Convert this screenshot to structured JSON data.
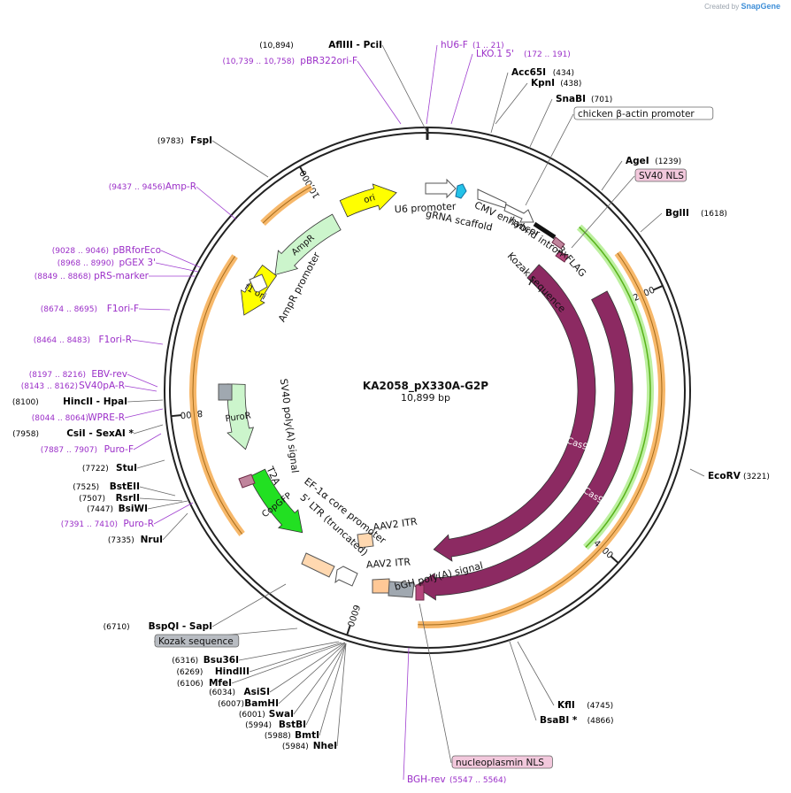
{
  "brand": {
    "created_by": "Created by",
    "app": "SnapGene"
  },
  "plasmid": {
    "name": "KA2058_pX330A-G2P",
    "size": "10,899 bp"
  },
  "ruler": [
    {
      "label": "2000",
      "bp": 2000
    },
    {
      "label": "4000",
      "bp": 4000
    },
    {
      "label": "6000",
      "bp": 6000
    },
    {
      "label": "8000",
      "bp": 8000
    },
    {
      "label": "10,000",
      "bp": 10000
    }
  ],
  "features": [
    {
      "label": "Cas9",
      "kind": "cas9",
      "start": 1260,
      "end": 5380,
      "dir": 1,
      "color": "#8c2a62"
    },
    {
      "label": "Cas9",
      "kind": "cas9inner",
      "start": 1850,
      "end": 5560,
      "dir": 1,
      "color": "#8c2a62"
    },
    {
      "label": "ori",
      "kind": "ori",
      "start": 10150,
      "end": 10630,
      "dir": 1,
      "color": "#ffff00"
    },
    {
      "label": "AmpR",
      "kind": "ampr",
      "start": 9300,
      "end": 10040,
      "dir": -1,
      "color": "#ccf5cc"
    },
    {
      "label": "f1 ori",
      "kind": "f1ori",
      "start": 8850,
      "end": 9300,
      "dir": -1,
      "color": "#ffff00"
    },
    {
      "label": "PuroR",
      "kind": "puror",
      "start": 7630,
      "end": 8230,
      "dir": -1,
      "color": "#ccf5cc"
    },
    {
      "label": "CopGFP",
      "kind": "gfp",
      "start": 6700,
      "end": 7390,
      "dir": -1,
      "color": "#22e022"
    }
  ],
  "feature_labels": [
    {
      "text": "U6 promoter"
    },
    {
      "text": "gRNA scaffold"
    },
    {
      "text": "CMV enhancer"
    },
    {
      "text": "hybrid intron"
    },
    {
      "text": "3xFLAG"
    },
    {
      "text": "Kozak sequence"
    },
    {
      "text": "AAV2 ITR"
    },
    {
      "text": "AAV2 ITR"
    },
    {
      "text": "bGH poly(A) signal"
    },
    {
      "text": "AmpR promoter"
    },
    {
      "text": "SV40 poly(A) signal"
    },
    {
      "text": "T2A"
    },
    {
      "text": "EF-1α core promoter"
    },
    {
      "text": "5' LTR (truncated)"
    }
  ],
  "sites": [
    {
      "name": "AflIII  - PciI",
      "pos": "(10,894)",
      "type": "enzyme"
    },
    {
      "name": "pBR322ori-F",
      "pos": "(10,739 .. 10,758)",
      "type": "primer"
    },
    {
      "name": "hU6-F",
      "pos": "(1 .. 21)",
      "type": "primer"
    },
    {
      "name": "LKO.1 5'",
      "pos": "(172 .. 191)",
      "type": "primer"
    },
    {
      "name": "Acc65I",
      "pos": "(434)",
      "type": "enzyme"
    },
    {
      "name": "KpnI",
      "pos": "(438)",
      "type": "enzyme"
    },
    {
      "name": "SnaBI",
      "pos": "(701)",
      "type": "enzyme"
    },
    {
      "name": "chicken β-actin promoter",
      "pos": "",
      "type": "boxed"
    },
    {
      "name": "AgeI",
      "pos": "(1239)",
      "type": "enzyme"
    },
    {
      "name": "SV40 NLS",
      "pos": "",
      "type": "pinkbox"
    },
    {
      "name": "BglII",
      "pos": "(1618)",
      "type": "enzyme"
    },
    {
      "name": "EcoRV",
      "pos": "(3221)",
      "type": "enzyme"
    },
    {
      "name": "KflI",
      "pos": "(4745)",
      "type": "enzyme"
    },
    {
      "name": "BsaBI *",
      "pos": "(4866)",
      "type": "enzyme"
    },
    {
      "name": "nucleoplasmin NLS",
      "pos": "",
      "type": "pinkbox"
    },
    {
      "name": "BGH-rev",
      "pos": "(5547 .. 5564)",
      "type": "primer"
    },
    {
      "name": "FspI",
      "pos": "(9783)",
      "type": "enzyme"
    },
    {
      "name": "Amp-R",
      "pos": "(9437 .. 9456)",
      "type": "primer"
    },
    {
      "name": "pBRforEco",
      "pos": "(9028 .. 9046)",
      "type": "primer"
    },
    {
      "name": "pGEX 3'",
      "pos": "(8968 .. 8990)",
      "type": "primer"
    },
    {
      "name": "pRS-marker",
      "pos": "(8849 .. 8868)",
      "type": "primer"
    },
    {
      "name": "F1ori-F",
      "pos": "(8674 .. 8695)",
      "type": "primer"
    },
    {
      "name": "F1ori-R",
      "pos": "(8464 .. 8483)",
      "type": "primer"
    },
    {
      "name": "EBV-rev",
      "pos": "(8197 .. 8216)",
      "type": "primer"
    },
    {
      "name": "SV40pA-R",
      "pos": "(8143 .. 8162)",
      "type": "primer"
    },
    {
      "name": "HincII  - HpaI",
      "pos": "(8100)",
      "type": "enzyme"
    },
    {
      "name": "WPRE-R",
      "pos": "(8044 .. 8064)",
      "type": "primer"
    },
    {
      "name": "CsiI  - SexAI *",
      "pos": "(7958)",
      "type": "enzyme"
    },
    {
      "name": "Puro-F",
      "pos": "(7887 .. 7907)",
      "type": "primer"
    },
    {
      "name": "StuI",
      "pos": "(7722)",
      "type": "enzyme"
    },
    {
      "name": "BstEII",
      "pos": "(7525)",
      "type": "enzyme"
    },
    {
      "name": "RsrII",
      "pos": "(7507)",
      "type": "enzyme"
    },
    {
      "name": "BsiWI",
      "pos": "(7447)",
      "type": "enzyme"
    },
    {
      "name": "Puro-R",
      "pos": "(7391 .. 7410)",
      "type": "primer"
    },
    {
      "name": "NruI",
      "pos": "(7335)",
      "type": "enzyme"
    },
    {
      "name": "BspQI  - SapI",
      "pos": "(6710)",
      "type": "enzyme"
    },
    {
      "name": "Kozak sequence",
      "pos": "",
      "type": "graybox"
    },
    {
      "name": "Bsu36I",
      "pos": "(6316)",
      "type": "enzyme"
    },
    {
      "name": "HindIII",
      "pos": "(6269)",
      "type": "enzyme"
    },
    {
      "name": "MfeI",
      "pos": "(6106)",
      "type": "enzyme"
    },
    {
      "name": "AsiSI",
      "pos": "(6034)",
      "type": "enzyme"
    },
    {
      "name": "BamHI",
      "pos": "(6007)",
      "type": "enzyme"
    },
    {
      "name": "SwaI",
      "pos": "(6001)",
      "type": "enzyme"
    },
    {
      "name": "BstBI",
      "pos": "(5994)",
      "type": "enzyme"
    },
    {
      "name": "BmtI",
      "pos": "(5988)",
      "type": "enzyme"
    },
    {
      "name": "NheI",
      "pos": "(5984)",
      "type": "enzyme"
    }
  ],
  "colors": {
    "enzyme_text": "#000000",
    "primer_text": "#9b2fc8",
    "backbone": "#222222",
    "orange_band": "#f7b86a",
    "green_line": "#58b21a"
  }
}
